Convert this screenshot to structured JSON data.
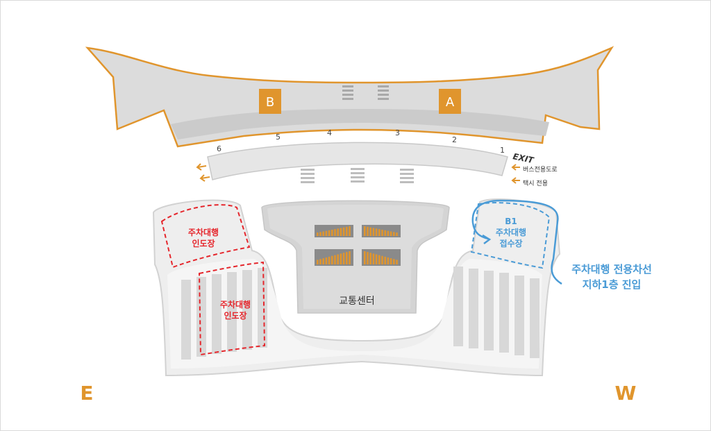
{
  "terminal": {
    "gate_b": "B",
    "gate_a": "A"
  },
  "curb": {
    "exit_numbers": [
      "6",
      "5",
      "4",
      "3",
      "2",
      "1"
    ],
    "exit_label": "EXIT",
    "bus_lane": "버스전용도로",
    "taxi_lane": "택시 전용"
  },
  "parking": {
    "valet_dropoff_upper": [
      "주차대행",
      "인도장"
    ],
    "valet_dropoff_lower": [
      "주차대행",
      "인도장"
    ],
    "valet_reception": [
      "B1",
      "주차대행",
      "접수장"
    ],
    "transport_center": "교통센터",
    "valet_lane_note": [
      "주차대행 전용차선",
      "지하1층 진입"
    ]
  },
  "compass": {
    "east": "E",
    "west": "W"
  },
  "colors": {
    "orange": "#e0952d",
    "red": "#e5262c",
    "blue": "#4a9bd6",
    "gray_building": "#dcdcdc",
    "gray_dark": "#c8c8c8"
  }
}
